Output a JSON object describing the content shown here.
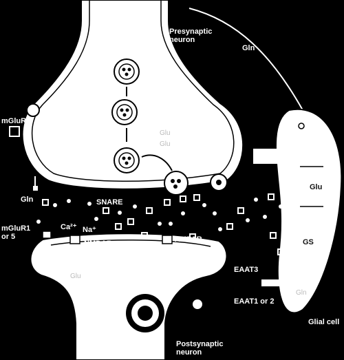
{
  "labels": {
    "presynaptic": "Presynaptic\nneuron",
    "gln": "Gln",
    "mglur2": "mGluR2",
    "gln_left": "Gln",
    "snare": "SNARE",
    "mglur1": "mGluR1\nor 5",
    "ca": "Ca²⁺",
    "na": "Na⁺",
    "nmdar": "NMDAR",
    "ampar": "AMPAR",
    "eaat3": "EAAT3",
    "eaat1": "EAAT1 or 2",
    "glial_cell": "Glial cell",
    "postsynaptic": "Postsynaptic\nneuron",
    "glu_glial": "Glu",
    "gs_glial": "GS",
    "ink_a": "Glu",
    "ink_b": "Glu",
    "ink_c": "Gln",
    "ink_d": "Glu"
  },
  "colors": {
    "background": "#000000",
    "membrane": "#ffffff",
    "cell_interior": "#ffffff",
    "particle": "#ffffff"
  }
}
